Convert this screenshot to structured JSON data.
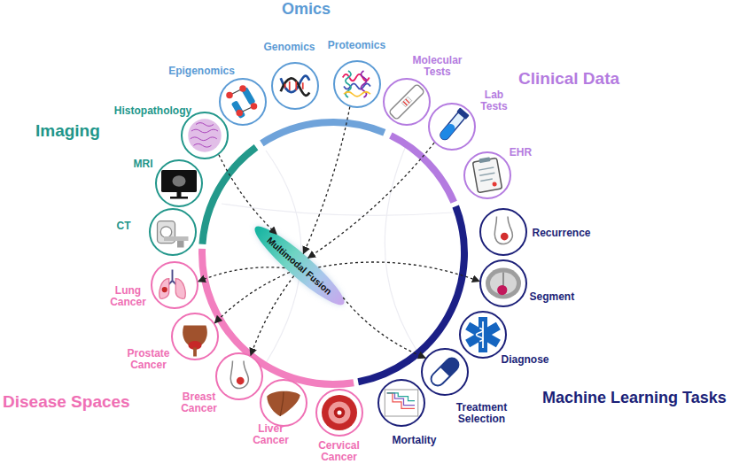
{
  "diagram": {
    "nodes": [
      {
        "text": [
          "Genomics"
        ]
      },
      {
        "text": [
          "Proteomics"
        ]
      },
      {
        "text": [
          "Molecular Tests"
        ]
      },
      {
        "text": [
          "Lab Tests"
        ]
      },
      {
        "text": [
          "EHR"
        ]
      },
      {
        "text": [
          "Recurrence"
        ]
      },
      {
        "text": [
          "Segment"
        ]
      },
      {
        "text": [
          "Diagnose"
        ]
      },
      {
        "text": [
          "Treatment Selection"
        ]
      },
      {
        "text": [
          "Mortality"
        ]
      },
      {
        "text": [
          "Cervical Cancer"
        ]
      },
      {
        "text": [
          "Liver Cancer"
        ]
      },
      {
        "text": [
          "Breast Cancer"
        ]
      },
      {
        "text": [
          "Prostate Cancer"
        ]
      },
      {
        "text": [
          "Lung Cancer"
        ]
      },
      {
        "text": [
          "CT"
        ]
      },
      {
        "text": [
          "MRI"
        ]
      },
      {
        "text": [
          "Histopathology"
        ]
      },
      {
        "text": [
          "Epigenomics"
        ]
      },
      {
        "text": [
          "Multimodal Fusion"
        ]
      }
    ],
    "edges": [
      {
        "from": 17,
        "to": 19,
        "arrow": "to"
      },
      {
        "from": 1,
        "to": 19,
        "arrow": "to"
      },
      {
        "from": 3,
        "to": 19,
        "arrow": "to"
      },
      {
        "from": 19,
        "to": 14,
        "arrow": "to"
      },
      {
        "from": 19,
        "to": 13,
        "arrow": "to"
      },
      {
        "from": 19,
        "to": 12,
        "arrow": "to"
      },
      {
        "from": 19,
        "to": 6,
        "arrow": "to"
      },
      {
        "from": 19,
        "to": 8,
        "arrow": "to"
      }
    ],
    "labels": [
      "Omics",
      "Clinical Data",
      "Imaging",
      "Disease Spaces",
      "Machine Learning Tasks"
    ]
  }
}
